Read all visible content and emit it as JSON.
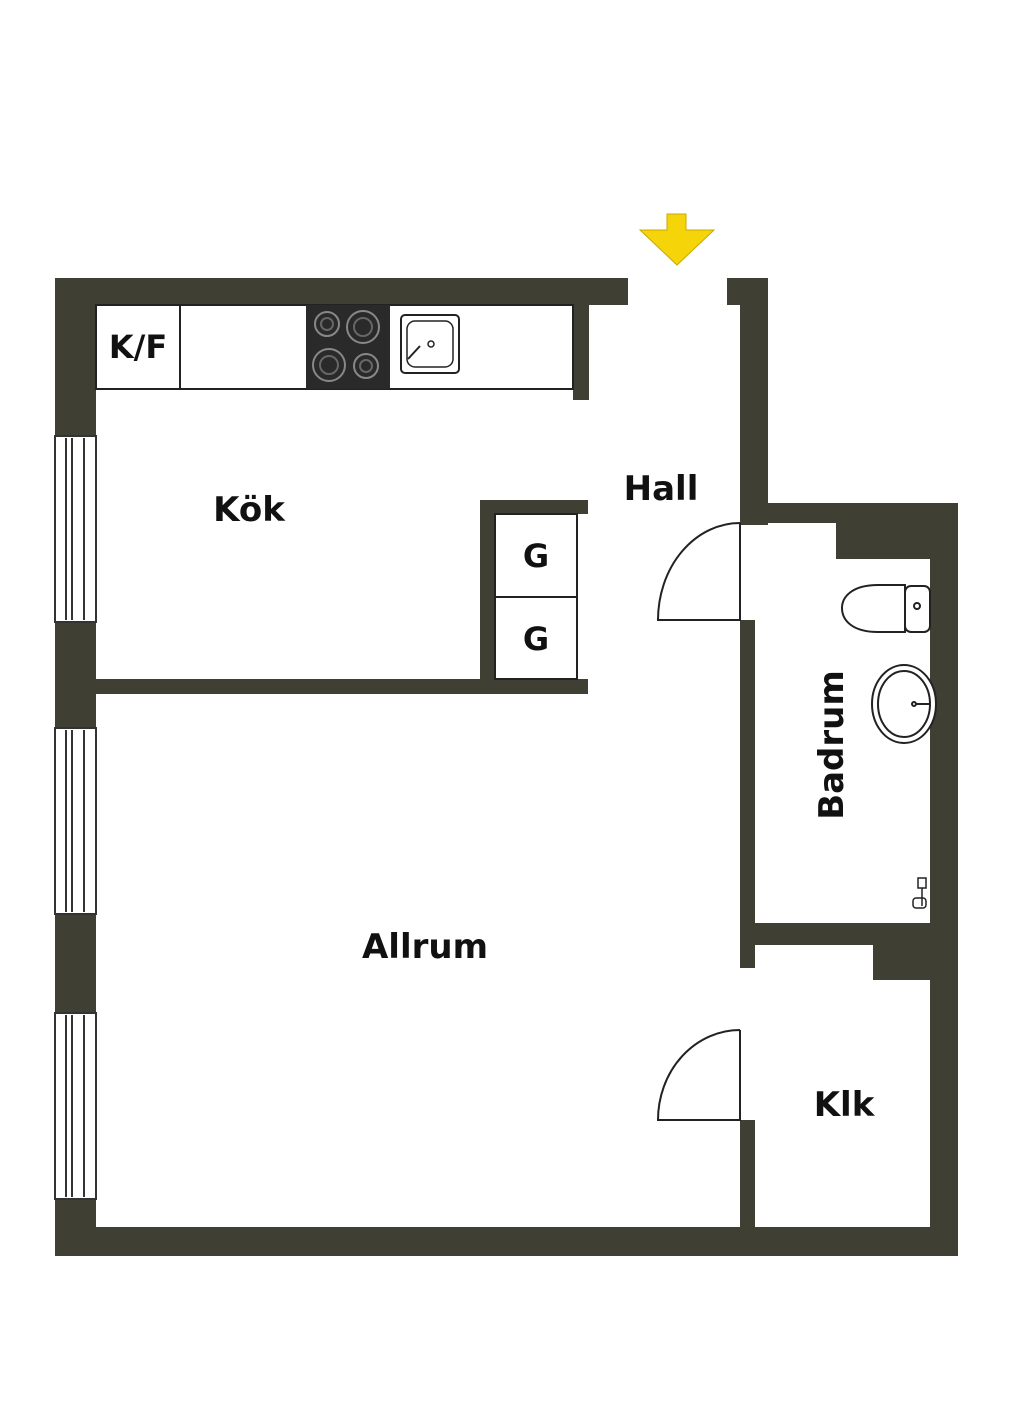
{
  "colors": {
    "wall": "#403f34",
    "floor": "#ffffff",
    "entrance_arrow": "#f5d50a",
    "line": "#222222"
  },
  "rooms": {
    "kok": "Kök",
    "hall": "Hall",
    "allrum": "Allrum",
    "badrum": "Badrum",
    "klk": "Klk"
  },
  "fixtures": {
    "fridge_freezer": "K/F",
    "wardrobe_top": "G",
    "wardrobe_bottom": "G"
  },
  "icons": {
    "entrance": "entrance-arrow-icon",
    "stove": "stove-icon",
    "sink": "kitchen-sink-icon",
    "toilet": "toilet-icon",
    "basin": "washbasin-icon",
    "shower": "shower-icon"
  }
}
